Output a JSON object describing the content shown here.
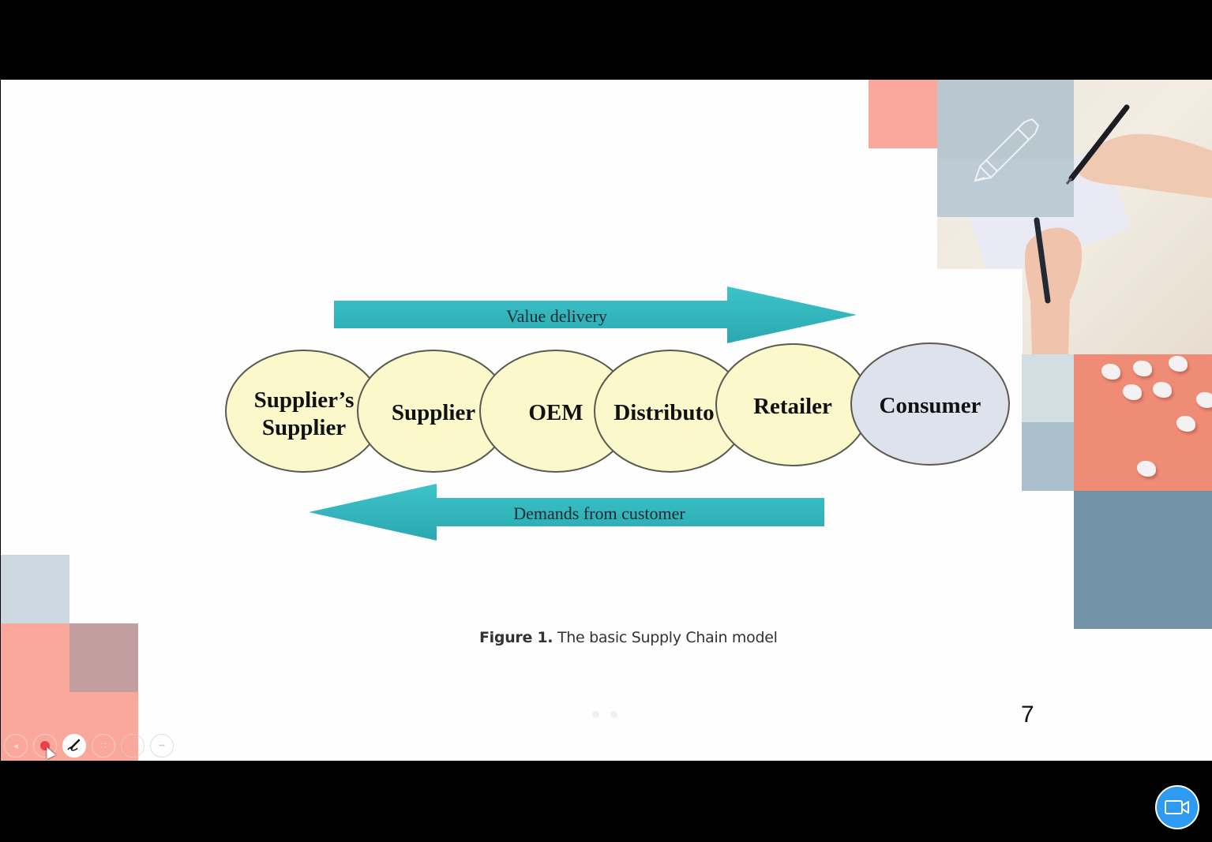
{
  "slide": {
    "page_number": "7",
    "caption_label": "Figure 1.",
    "caption_text": "The basic Supply Chain model",
    "indicator_dots": 2
  },
  "diagram": {
    "top_arrow": {
      "label": "Value delivery",
      "direction": "right"
    },
    "bottom_arrow": {
      "label": "Demands from customer",
      "direction": "left"
    },
    "nodes": [
      {
        "line1": "Supplier’s",
        "line2": "Supplier",
        "fill": "#fbf8cc"
      },
      {
        "line1": "Supplier",
        "line2": "",
        "fill": "#fbf8cc"
      },
      {
        "line1": "OEM",
        "line2": "",
        "fill": "#fbf8cc"
      },
      {
        "line1": "Distributo",
        "line2": "",
        "fill": "#fbf8cc"
      },
      {
        "line1": "Retailer",
        "line2": "",
        "fill": "#fbf8cc"
      },
      {
        "line1": "Consumer",
        "line2": "",
        "fill": "#dde2ec"
      }
    ],
    "arrow_color": "#35b8bf"
  },
  "toolbar": {
    "buttons": [
      {
        "name": "previous-button",
        "icon": "chevron-left-icon",
        "glyph": "◂"
      },
      {
        "name": "record-button",
        "icon": "record-icon",
        "glyph": ""
      },
      {
        "name": "pen-tool-button",
        "icon": "pen-icon",
        "glyph": ""
      },
      {
        "name": "grid-view-button",
        "icon": "grid-icon",
        "glyph": "∷"
      },
      {
        "name": "zoom-button",
        "icon": "magnifier-icon",
        "glyph": "⌕"
      },
      {
        "name": "more-button",
        "icon": "more-icon",
        "glyph": "•••"
      }
    ]
  },
  "video_button": {
    "icon": "video-camera-icon"
  },
  "colors": {
    "salmon": "#f9a89b",
    "mauve": "#c29e9e",
    "pale_blue": "#ccd9e0",
    "slate_blue": "#7394a8",
    "grey_blue": "#a9bfca",
    "coral": "#ef8c76",
    "camera_blue": "#2e9af1"
  }
}
